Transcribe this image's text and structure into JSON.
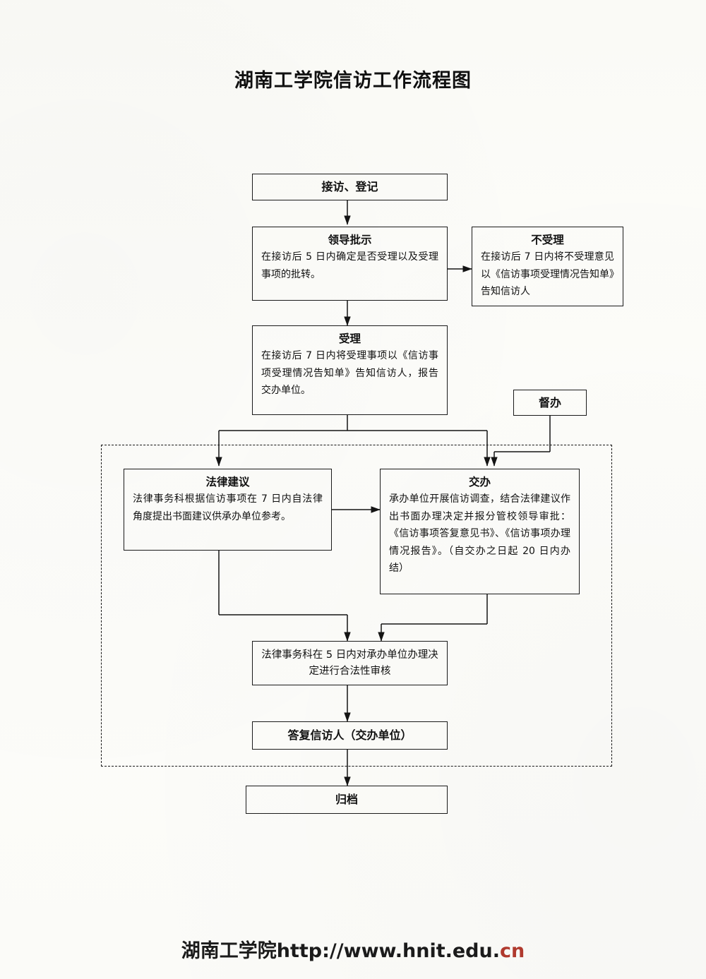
{
  "page": {
    "title": "湖南工学院信访工作流程图"
  },
  "nodes": {
    "intake": {
      "heading": "接访、登记"
    },
    "leader_instruction": {
      "heading": "领导批示",
      "body": "在接访后 5 日内确定是否受理以及受理事项的批转。"
    },
    "not_accepted": {
      "heading": "不受理",
      "body": "在接访后 7 日内将不受理意见以《信访事项受理情况告知单》告知信访人"
    },
    "accepted": {
      "heading": "受理",
      "body": "在接访后 7 日内将受理事项以《信访事项受理情况告知单》告知信访人，报告交办单位。"
    },
    "supervision": {
      "heading": "督办"
    },
    "legal_advice": {
      "heading": "法律建议",
      "body": "法律事务科根据信访事项在 7 日内自法律角度提出书面建议供承办单位参考。"
    },
    "assignment": {
      "heading": "交办",
      "body": "承办单位开展信访调查，结合法律建议作出书面办理决定并报分管校领导审批：《信访事项答复意见书》、《信访事项办理情况报告》。（自交办之日起 20 日内办结）"
    },
    "legality_review": {
      "body": "法律事务科在 5 日内对承办单位办理决定进行合法性审核"
    },
    "reply": {
      "heading": "答复信访人（交办单位）"
    },
    "archive": {
      "heading": "归档"
    }
  },
  "footer": {
    "org": "湖南工学院",
    "url_main": "http://www.hnit.edu.",
    "url_tld": "cn"
  }
}
